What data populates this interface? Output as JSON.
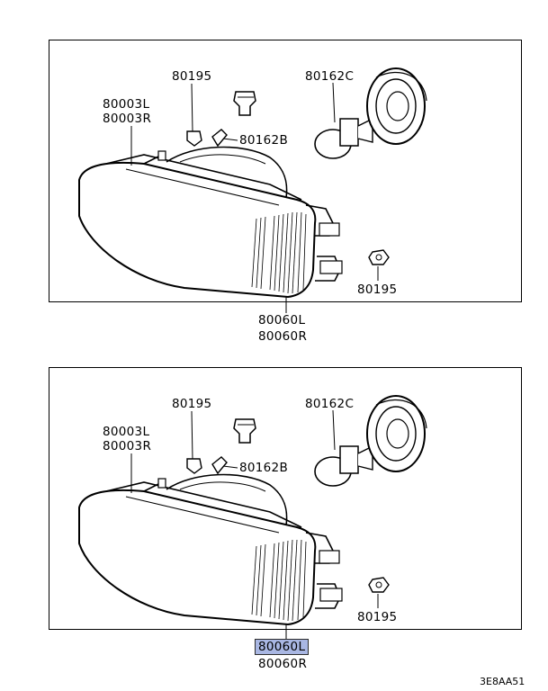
{
  "diagram_code": "3E8AA51",
  "panels": [
    {
      "part_assembly": [
        "80060L",
        "80060R"
      ],
      "housing": [
        "80003L",
        "80003R"
      ],
      "screw_top": "80195",
      "bulb_main": "80162C",
      "bulb_small": "80162B",
      "nut_side": "80195"
    },
    {
      "part_assembly": [
        "80060L",
        "80060R"
      ],
      "housing": [
        "80003L",
        "80003R"
      ],
      "screw_top": "80195",
      "bulb_main": "80162C",
      "bulb_small": "80162B",
      "nut_side": "80195",
      "highlighted": "80060L"
    }
  ]
}
